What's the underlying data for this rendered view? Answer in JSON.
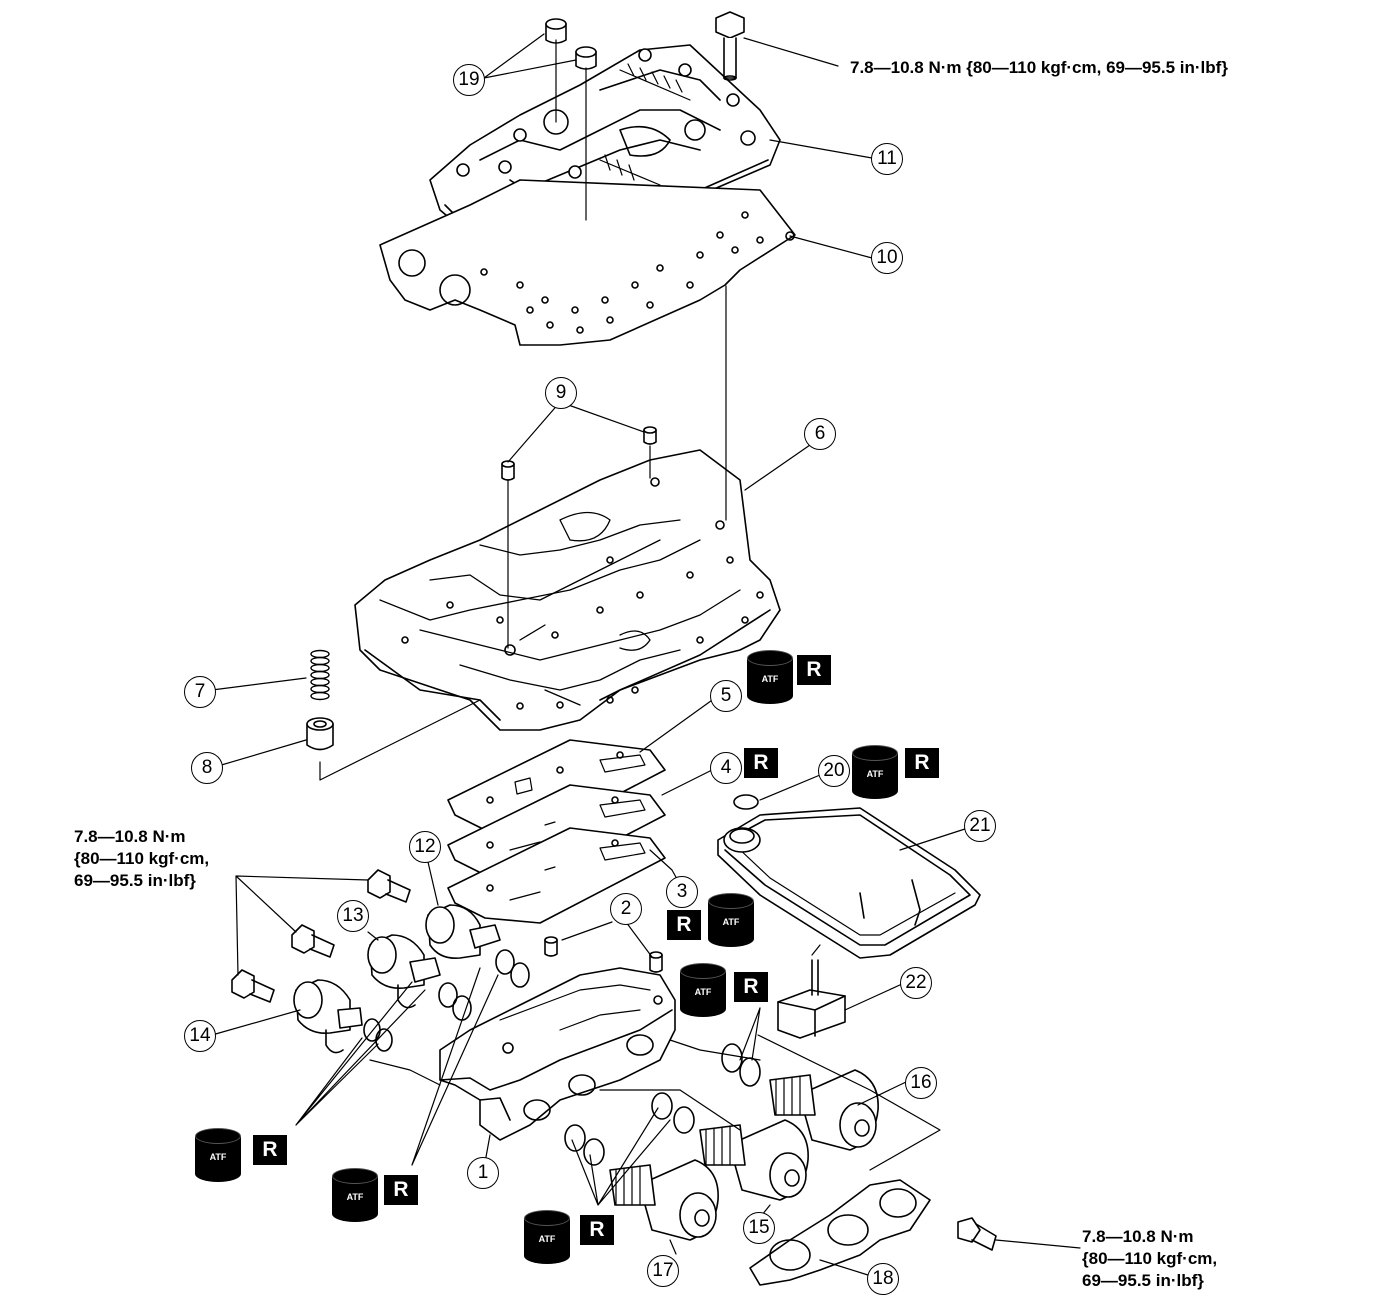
{
  "torque_specs": {
    "upper_right": "7.8—10.8 N·m {80—110 kgf·cm, 69—95.5 in·lbf}",
    "left": [
      "7.8—10.8 N·m",
      "{80—110 kgf·cm,",
      "69—95.5 in·lbf}"
    ],
    "lower_right": [
      "7.8—10.8 N·m",
      "{80—110 kgf·cm,",
      "69—95.5 in·lbf}"
    ]
  },
  "callouts": [
    "1",
    "2",
    "3",
    "4",
    "5",
    "6",
    "7",
    "8",
    "9",
    "10",
    "11",
    "12",
    "13",
    "14",
    "15",
    "16",
    "17",
    "18",
    "19",
    "20",
    "21",
    "22"
  ],
  "symbols": {
    "replace": "R",
    "atf": "ATF"
  },
  "colors": {
    "ink": "#000000",
    "paper": "#ffffff"
  }
}
